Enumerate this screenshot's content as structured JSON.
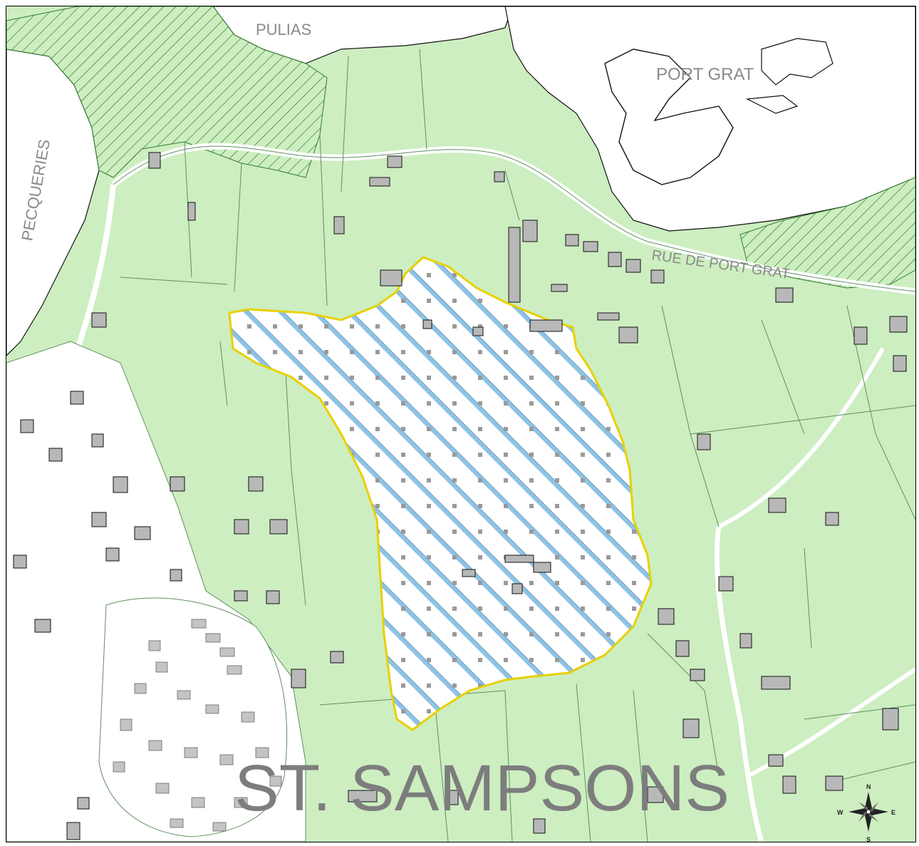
{
  "map": {
    "labels": {
      "pulias": "PULIAS",
      "port_grat": "PORT GRAT",
      "pecqueries": "PECQUERIES",
      "road": "RUE DE PORT GRAT",
      "parish": "ST. SAMPSONS"
    },
    "compass": {
      "n": "N",
      "s": "S",
      "e": "E",
      "w": "W"
    },
    "colors": {
      "land": "#cdeec0",
      "sea": "#ffffff",
      "site_boundary": "#e8d000",
      "site_stripes": "#8ec3e6",
      "site_dots": "#9a9a9a",
      "conservation_hatch": "#3a8a3a",
      "buildings": "#b8b8b8",
      "parish_label": "#7d7d7d"
    }
  }
}
